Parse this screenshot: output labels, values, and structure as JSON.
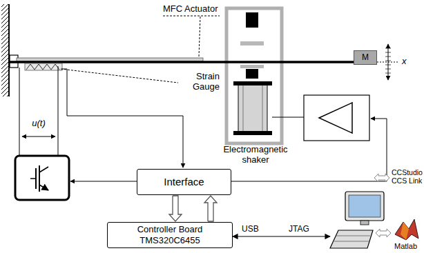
{
  "diagram": {
    "nodes": [
      {
        "text": [
          "M"
        ]
      },
      {
        "text": [
          "Interface"
        ]
      },
      {
        "text": [
          "Controller Board TMS320C6455"
        ]
      }
    ],
    "edges": [
      {
        "from": 1,
        "to": 2,
        "arrow": "to"
      },
      {
        "from": 2,
        "to": 1,
        "arrow": "to"
      }
    ],
    "labels": [
      "MFC Actuator",
      "Strain Gauge",
      "x",
      "u(t)",
      "Electromagnetic shaker",
      "USB",
      "JTAG",
      "CCStudio CCS Link",
      "Matlab"
    ]
  }
}
